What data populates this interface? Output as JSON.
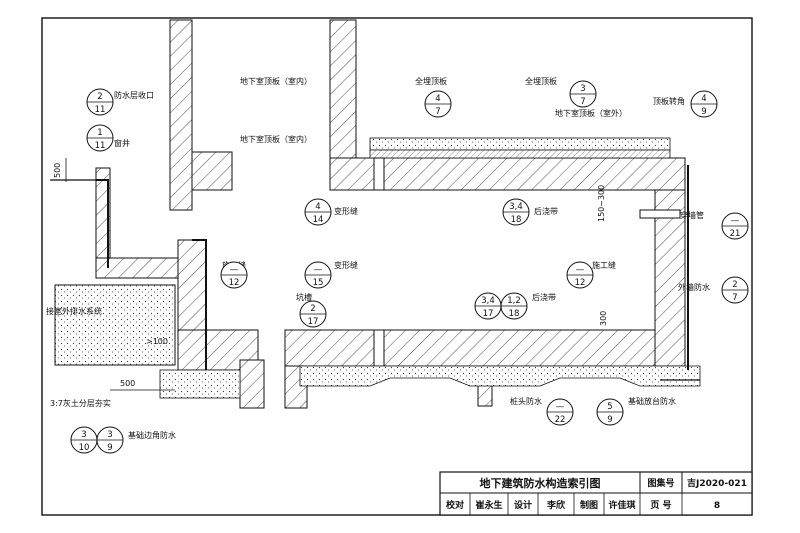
{
  "title_block": {
    "title": "地下建筑防水构造索引图",
    "atlas_label": "图集号",
    "atlas_no": "吉J2020-021",
    "review_label": "校对",
    "reviewer": "崔永生",
    "design_label": "设计",
    "designer": "李欣",
    "draw_label": "制图",
    "drafter": "许佳琪",
    "page_label": "页  号",
    "page_no": "8"
  },
  "labels": {
    "waterproof_end": "防水层收口",
    "window_well": "窗井",
    "dim_500v": "500",
    "roof_in_1": "地下室顶板（室内）",
    "roof_in_2": "地下室顶板（室内）",
    "buried_roof_1": "全埋顶板",
    "buried_roof_2": "全埋顶板",
    "roof_out": "地下室顶板（室外）",
    "roof_corner": "顶板转角",
    "expansion_joint_1": "变形缝",
    "expansion_joint_2": "变形缝",
    "post_pour_1": "后浇带",
    "post_pour_2": "后浇带",
    "dim_150_300": "150~300",
    "dim_300": "300",
    "through_pipe": "穿墙管",
    "construction_joint_1": "施工缝",
    "construction_joint_2": "施工缝",
    "ext_wall_wp": "外墙防水",
    "drain_system": "接室外排水系统",
    "pit": "坑槽",
    "dim_100": ">100",
    "dim_500h": "500",
    "lime_soil": "3:7灰土分层夯实",
    "base_edge_wp": "基础边角防水",
    "pile_head_wp": "桩头防水",
    "base_step_wp": "基础放台防水"
  },
  "callouts": [
    {
      "id": "c1",
      "top": "2",
      "bottom": "11"
    },
    {
      "id": "c2",
      "top": "1",
      "bottom": "11"
    },
    {
      "id": "c3",
      "top": "4",
      "bottom": "7"
    },
    {
      "id": "c4",
      "top": "3",
      "bottom": "7"
    },
    {
      "id": "c5",
      "top": "4",
      "bottom": "9"
    },
    {
      "id": "c6",
      "top": "4",
      "bottom": "14"
    },
    {
      "id": "c7",
      "top": "3,4",
      "bottom": "18"
    },
    {
      "id": "c8",
      "top": "—",
      "bottom": "21"
    },
    {
      "id": "c9",
      "top": "—",
      "bottom": "12"
    },
    {
      "id": "c10",
      "top": "—",
      "bottom": "15"
    },
    {
      "id": "c11",
      "top": "—",
      "bottom": "12"
    },
    {
      "id": "c12",
      "top": "2",
      "bottom": "7"
    },
    {
      "id": "c13",
      "top": "2",
      "bottom": "17"
    },
    {
      "id": "c14",
      "top": "3,4",
      "bottom": "17"
    },
    {
      "id": "c15",
      "top": "1,2",
      "bottom": "18"
    },
    {
      "id": "c16",
      "top": "—",
      "bottom": "22"
    },
    {
      "id": "c17",
      "top": "5",
      "bottom": "9"
    },
    {
      "id": "c18",
      "top": "3",
      "bottom": "10"
    },
    {
      "id": "c19",
      "top": "3",
      "bottom": "9"
    }
  ],
  "colors": {
    "line": "#111111",
    "paper": "#ffffff"
  }
}
